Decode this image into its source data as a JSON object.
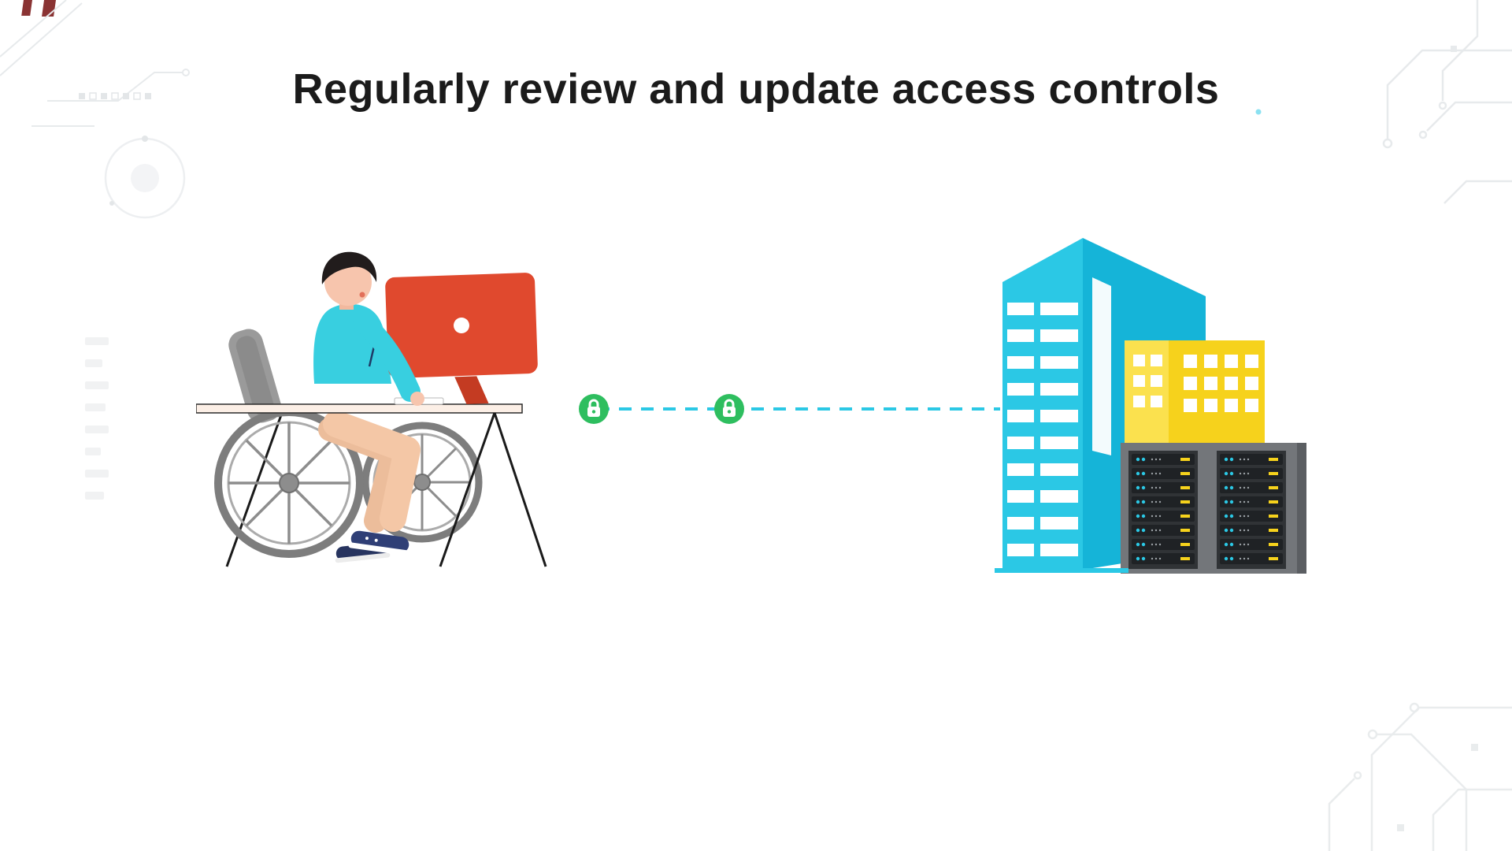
{
  "page": {
    "background": "#ffffff"
  },
  "header": {
    "title": "Regularly review and update access controls",
    "color": "#1b1b1b"
  },
  "illustration": {
    "left_scene": {
      "name": "person-working-at-desk",
      "monitor_color": "#e0492e",
      "shirt_color": "#38cfe0",
      "pants_color": "#f4c7a6",
      "wheelchair_color": "#8a8a8a",
      "desk_color": "#fcefe6"
    },
    "connection": {
      "type": "dashed-line",
      "color": "#2bc8e5",
      "lock_color": "#2ebe5f",
      "locks": [
        {
          "icon": "padlock"
        },
        {
          "icon": "padlock"
        }
      ]
    },
    "right_scene": {
      "name": "office-building-and-data-center",
      "tower_color": "#2bc8e5",
      "tower_side_color": "#15b4d8",
      "building_color": "#f6d21c",
      "server_cabinet_color": "#73767a",
      "server_unit_color": "#1f2225",
      "server_led_colors": [
        "#2bc8e5",
        "#f6d21c"
      ]
    },
    "decor": {
      "circuit_color": "#e7eaec",
      "accent_dot_color": "#2bc8e5",
      "corner_mark_color": "#7e1d1d"
    }
  }
}
